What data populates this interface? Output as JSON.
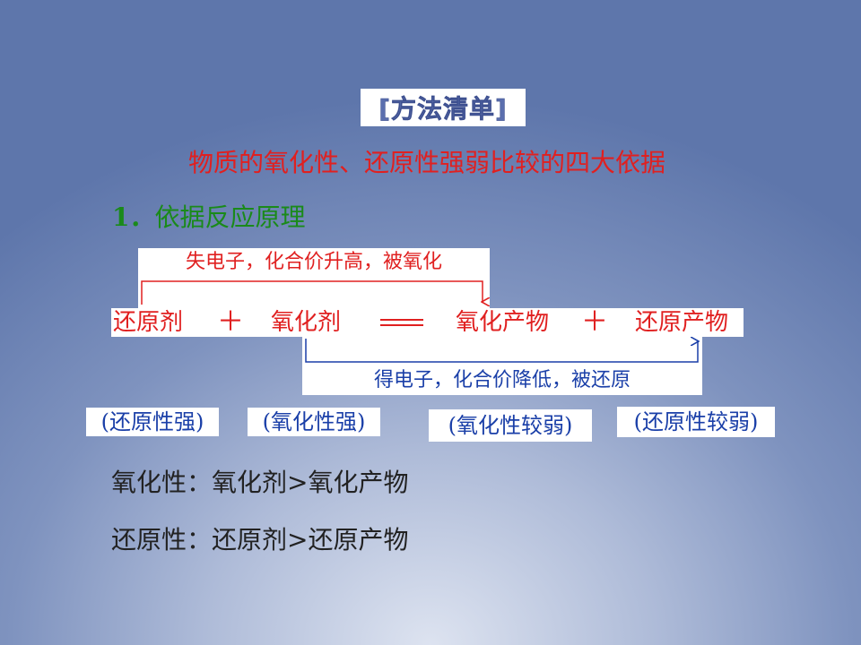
{
  "section_badge": "[方法清单]",
  "subtitle": "物质的氧化性、还原性强弱比较的四大依据",
  "point": {
    "number": "1．",
    "title": "依据反应原理"
  },
  "diagram": {
    "top_note": "失电子，化合价升高，被氧化",
    "bottom_note": "得电子，化合价降低，被还原",
    "terms": {
      "reductant": "还原剂",
      "plus_1": "＋",
      "oxidant": "氧化剂",
      "oxidation_product": "氧化产物",
      "plus_2": "＋",
      "reduction_product": "还原产物"
    },
    "labels": {
      "reductant": "(还原性强)",
      "oxidant": "(氧化性强)",
      "oxidation_product": "(氧化性较弱)",
      "reduction_product": "(还原性较弱)"
    },
    "colors": {
      "top_arrow": "#e02020",
      "bottom_arrow": "#1a3fa8"
    }
  },
  "conclusions": {
    "oxidizing": "氧化性：氧化剂>氧化产物",
    "reducing": "还原性：还原剂>还原产物"
  }
}
